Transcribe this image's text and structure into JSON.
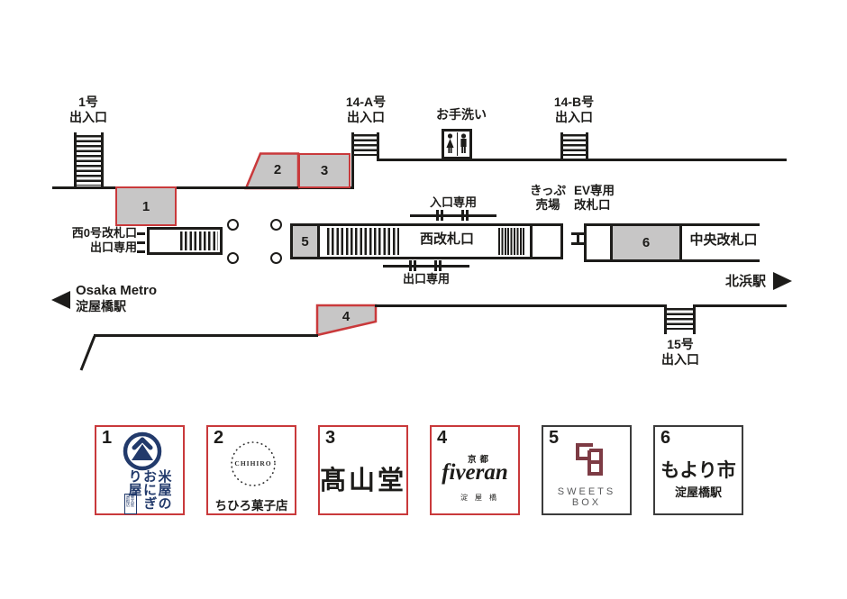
{
  "map": {
    "exit1": [
      "1号",
      "出入口"
    ],
    "exit14a": [
      "14-A号",
      "出入口"
    ],
    "exit14b": [
      "14-B号",
      "出入口"
    ],
    "exit15": [
      "15号",
      "出入口"
    ],
    "restroom": "お手洗い",
    "west0_gate": [
      "西0号改札口",
      "出口専用"
    ],
    "entry_only": "入口専用",
    "west_gate": "西改札口",
    "exit_only": "出口専用",
    "ticket_office": [
      "きっぷ",
      "売場"
    ],
    "ev_gate": [
      "EV専用",
      "改札口"
    ],
    "central_gate": "中央改札口",
    "dir_left": [
      "Osaka Metro",
      "淀屋橋駅"
    ],
    "dir_right": "北浜駅",
    "markers": [
      "1",
      "2",
      "3",
      "4",
      "5",
      "6"
    ]
  },
  "shops": [
    {
      "no": "1",
      "logo_vertical": "米屋のおにぎり屋",
      "seal_col1": "菊太屋",
      "seal_col2": "米穀店"
    },
    {
      "no": "2",
      "logo_mark": "CHIHIRO",
      "caption": "ちひろ菓子店"
    },
    {
      "no": "3",
      "logo_text": "髙山堂"
    },
    {
      "no": "4",
      "top_text": "京都",
      "logo_text": "fiveran",
      "caption": "淀屋橋"
    },
    {
      "no": "5",
      "caption": "SWEETS BOX"
    },
    {
      "no": "6",
      "logo_text": "もより市",
      "caption": "淀屋橋駅"
    }
  ],
  "colors": {
    "line": "#1d1c1a",
    "shop_fill": "#c7c6c6",
    "red": "#c9393b",
    "navy": "#223a6b",
    "maroon": "#7d3b44"
  }
}
